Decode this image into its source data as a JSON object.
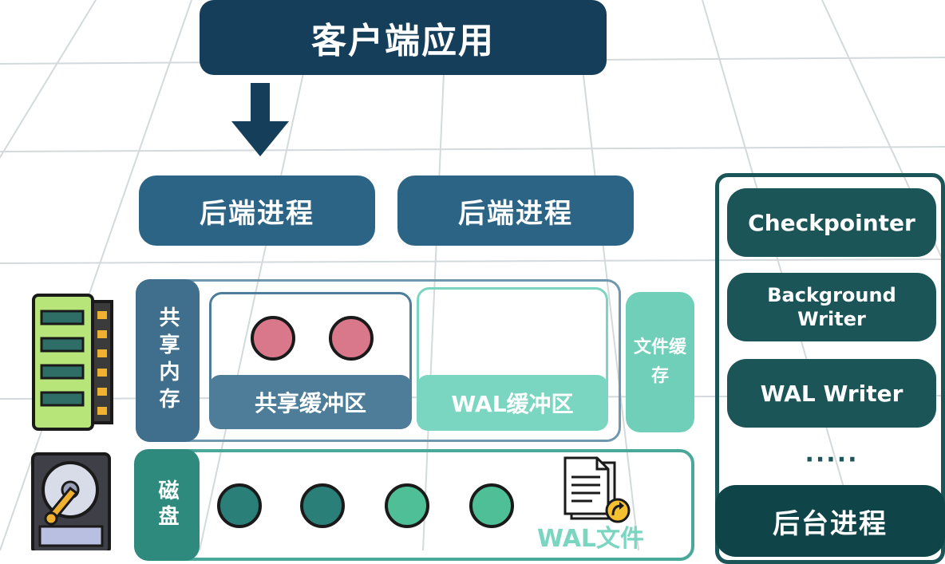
{
  "client_app": {
    "label": "客户端应用"
  },
  "backend_processes": [
    {
      "label": "后端进程"
    },
    {
      "label": "后端进程"
    }
  ],
  "shared_memory": {
    "label": "共享内存",
    "shared_buffer": {
      "label": "共享缓冲区"
    },
    "wal_buffer": {
      "label": "WAL缓冲区"
    },
    "file_cache": {
      "label": "文件缓存"
    }
  },
  "disk": {
    "label": "磁盘",
    "wal_file": {
      "label": "WAL文件"
    }
  },
  "background_processes": {
    "items": [
      {
        "label": "Checkpointer"
      },
      {
        "label": "Background Writer"
      },
      {
        "label": "WAL Writer"
      }
    ],
    "ellipsis": "·····",
    "title": "后台进程"
  },
  "colors": {
    "client": "#153e5b",
    "backend": "#2c6485",
    "shared_memory": "#3f6f8c",
    "wal": "#7bd6c1",
    "disk": "#2d8a7c",
    "background": "#1b5558",
    "buffer_page": "#d9788a",
    "disk_page_dark": "#2a7f78",
    "disk_page_light": "#4fbf97"
  }
}
